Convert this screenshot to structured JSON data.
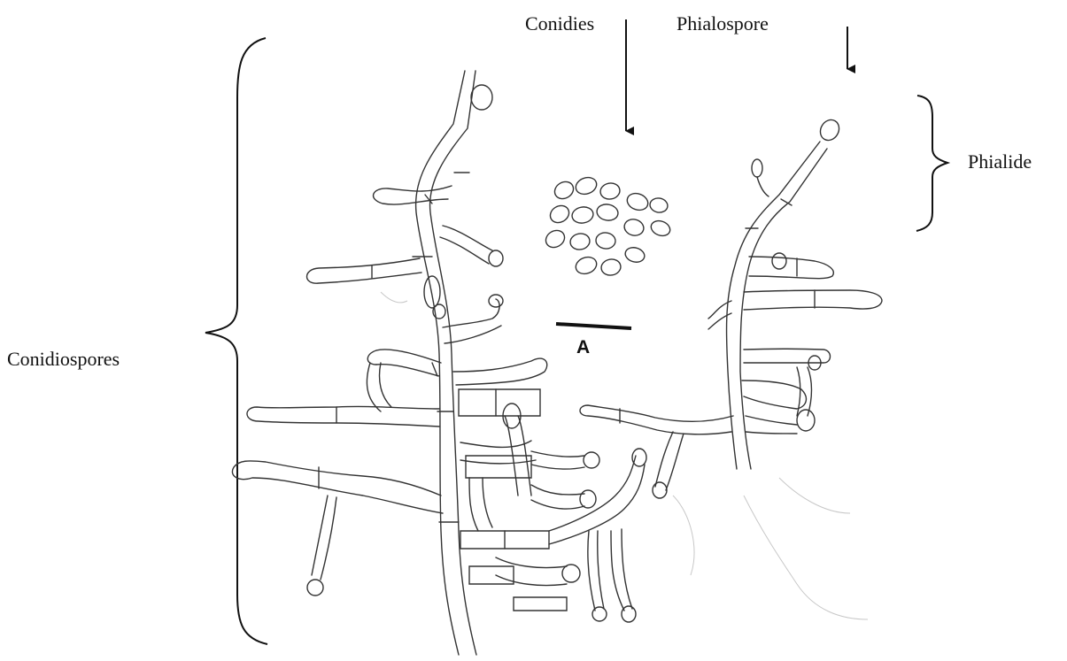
{
  "labels": {
    "conidies": "Conidies",
    "phialospore": "Phialospore",
    "phialide": "Phialide",
    "conidiospores": "Conidiospores",
    "scale_bar": "A"
  },
  "colors": {
    "ink": "#1a1a1a",
    "background": "#ffffff"
  }
}
